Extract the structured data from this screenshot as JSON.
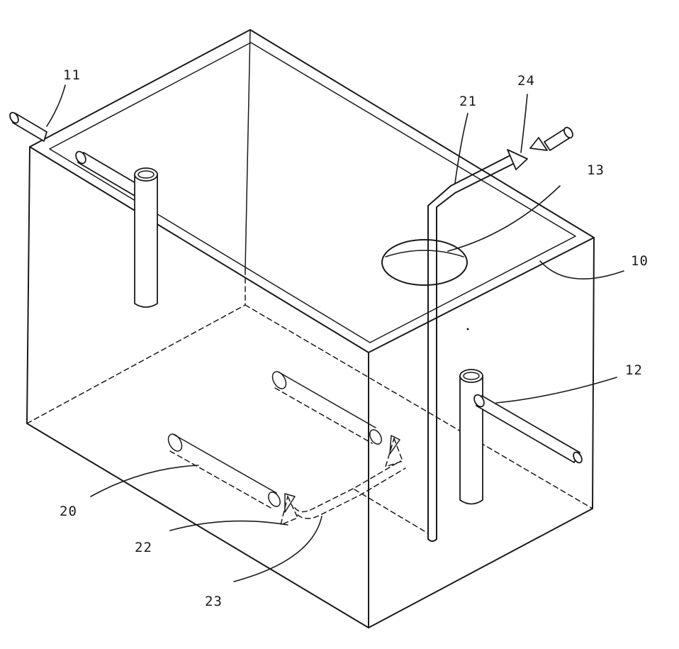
{
  "labels": {
    "tank": "10",
    "inlet_pipe": "11",
    "outlet_pipe": "12",
    "opening": "13",
    "suction_pipe_left": "20",
    "riser_pipe": "21",
    "check_valve": "22",
    "connector_pipe": "23",
    "outlet_valve": "24"
  }
}
